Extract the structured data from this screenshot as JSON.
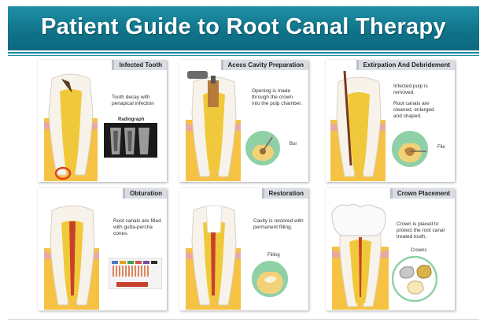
{
  "title": "Patient Guide to Root Canal Therapy",
  "colors": {
    "banner": "#107589",
    "accent": "#1a8ca0",
    "pulp": "#f0c93a",
    "gum": "#e5a9a6",
    "bone": "#f6c244",
    "decay": "#5a3a1e"
  },
  "steps": [
    {
      "title": "Infected Tooth",
      "text": "Tooth decay with periapical infection",
      "caption": "Radiograph"
    },
    {
      "title": "Acess Cavity Preparation",
      "text": "Opening is made through the crown into the pulp chamber.",
      "label": "Bur"
    },
    {
      "title": "Extirpation And Debridement",
      "text": "Infected pulp is removed.",
      "text2": "Root canals are cleaned, enlarged and shaped.",
      "label": "File"
    },
    {
      "title": "Obturation",
      "text": "Root canals are filled with gutta-percha cones."
    },
    {
      "title": "Restoration",
      "text": "Cavity is restored with permanent filling.",
      "caption": "Filling"
    },
    {
      "title": "Crown Placement",
      "text": "Crown is placed to protect the root canal treated tooth.",
      "caption": "Crowns"
    }
  ]
}
